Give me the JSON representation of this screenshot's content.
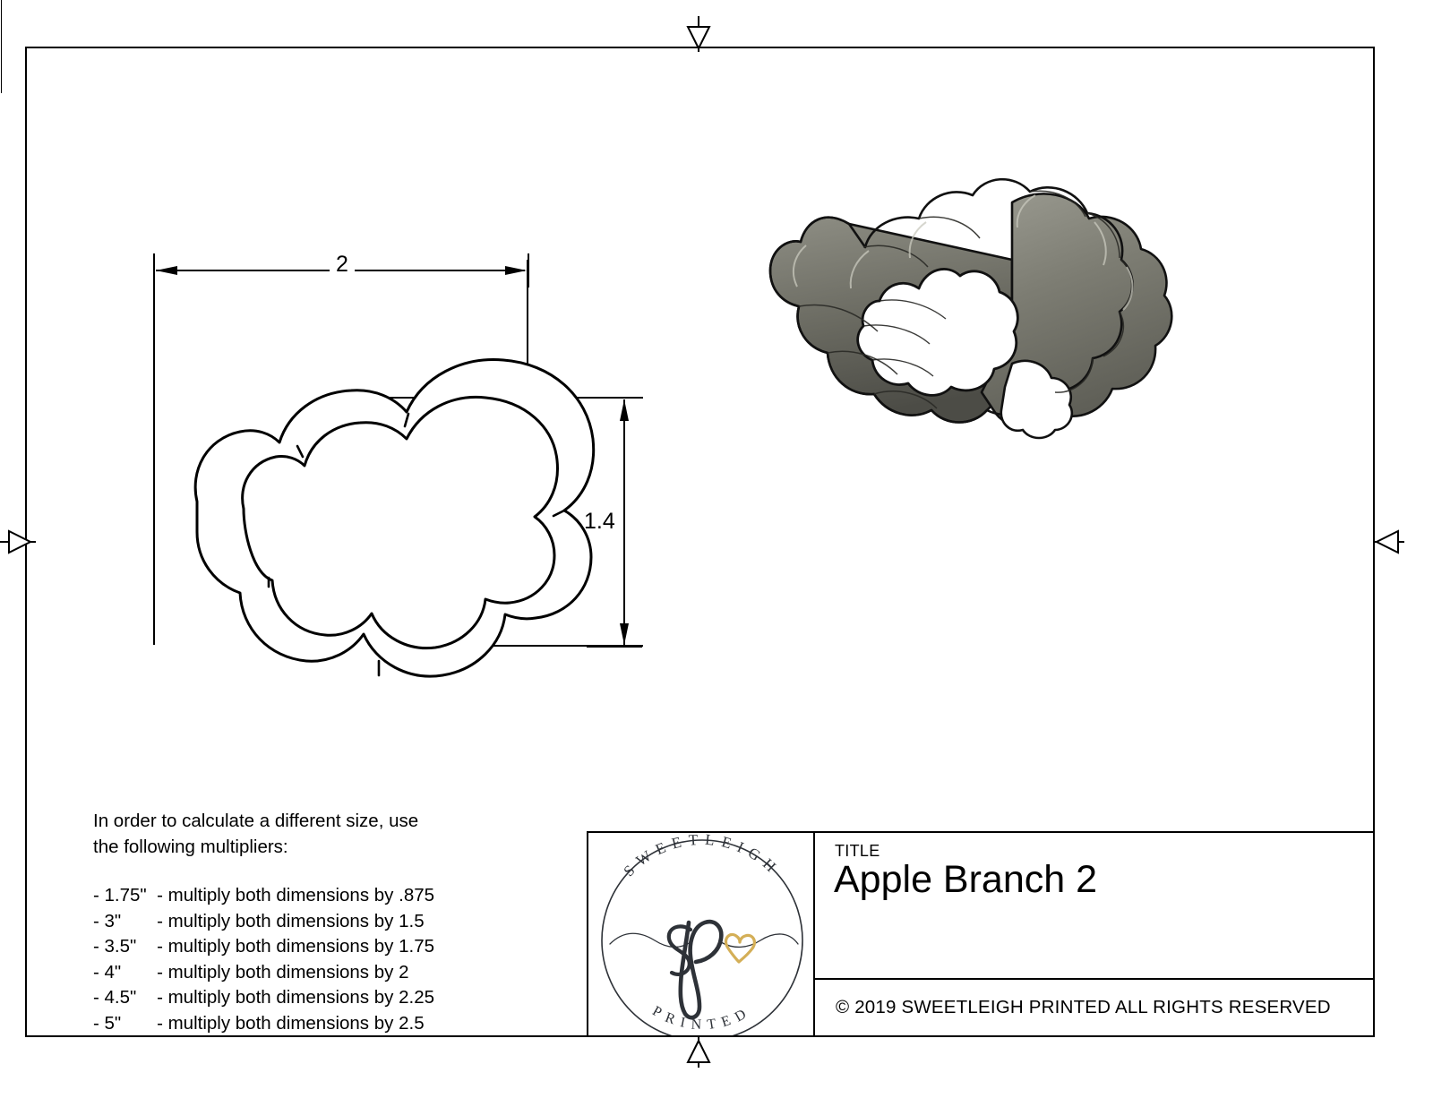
{
  "document": {
    "type": "technical-drawing",
    "sheet_label": "engineering-drawing-sheet"
  },
  "dimensions": {
    "width_label": "2",
    "height_label": "1.4"
  },
  "notes": {
    "intro_line_1": "In order to calculate a different size, use",
    "intro_line_2": "the following multipliers:",
    "items": [
      "- 1.75\"  - multiply both dimensions by .875",
      "- 3\"       - multiply both dimensions by 1.5",
      "- 3.5\"    - multiply both dimensions by 1.75",
      "- 4\"       - multiply both dimensions by 2",
      "- 4.5\"    - multiply both dimensions by 2.25",
      "- 5\"       - multiply both dimensions by 2.5"
    ]
  },
  "title_block": {
    "title_label": "TITLE",
    "title_value": "Apple Branch 2",
    "copyright": "© 2019  SWEETLEIGH PRINTED  ALL RIGHTS RESERVED"
  },
  "logo": {
    "top_text": "SWEETLEIGH",
    "bottom_text": "PRINTED",
    "monogram": "sp",
    "heart_color": "#D4AF57",
    "ink_color": "#3A3F46"
  },
  "colors": {
    "line": "#000000",
    "background": "#FFFFFF",
    "model_light": "#8A8A80",
    "model_mid": "#6F6F66",
    "model_dark": "#55554D",
    "model_edge": "#111111"
  }
}
